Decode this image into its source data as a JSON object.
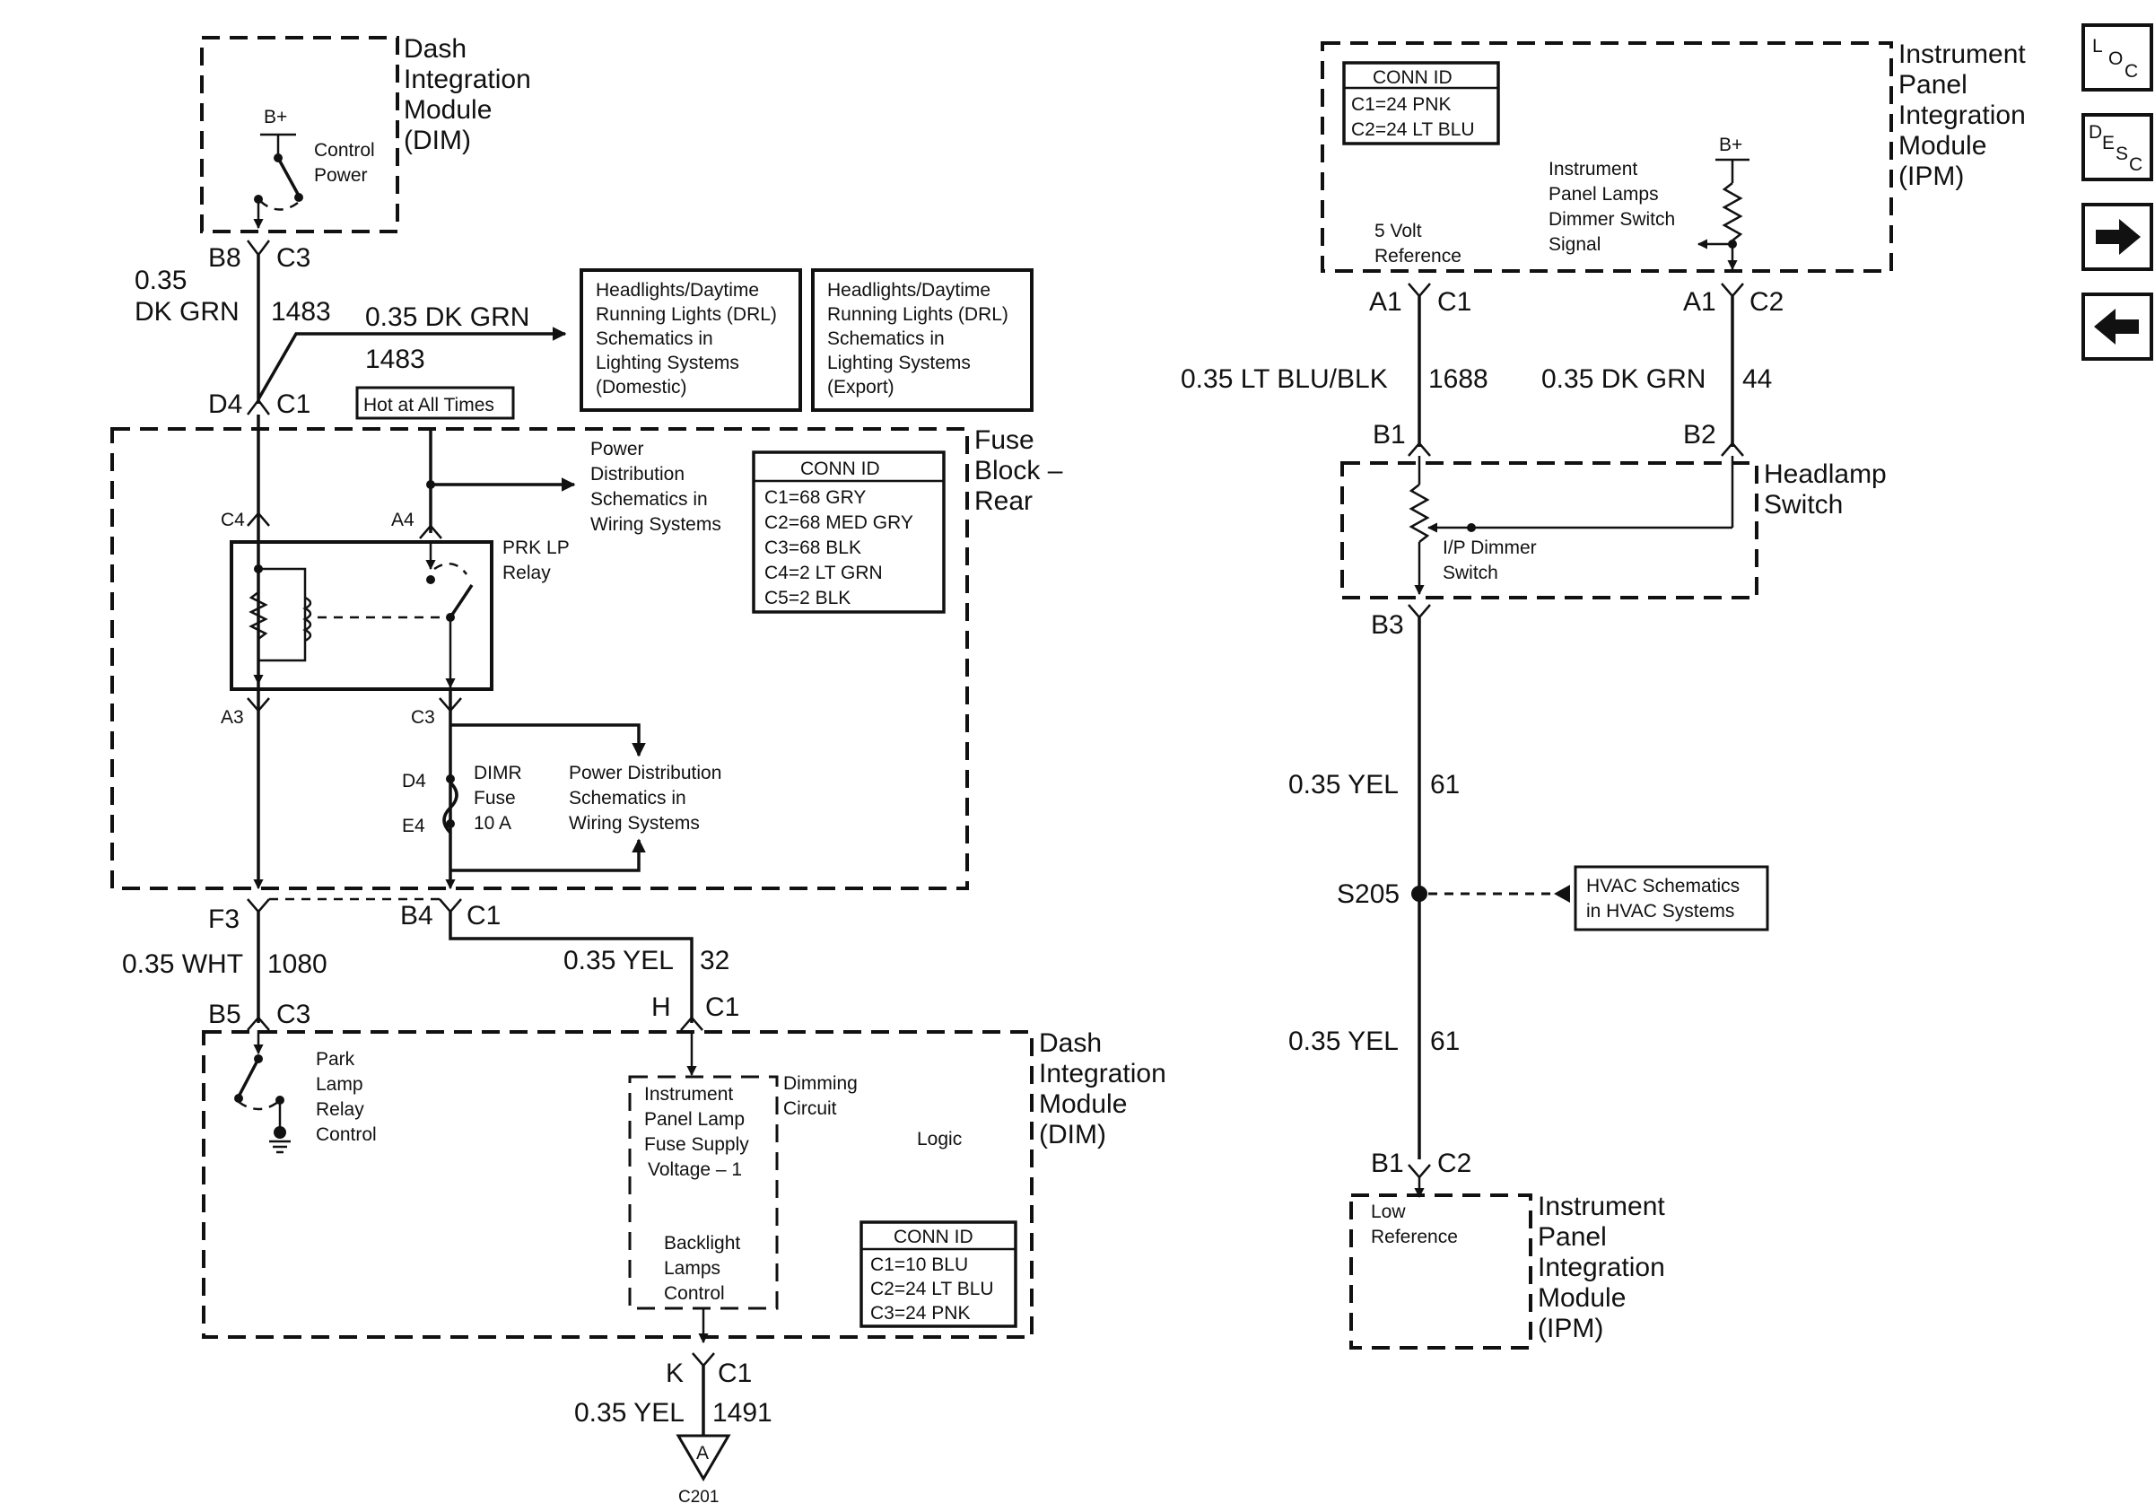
{
  "dim_top": {
    "title": [
      "Dash",
      "Integration",
      "Module",
      "(DIM)"
    ],
    "b_plus": "B+",
    "switch_label": [
      "Control",
      "Power"
    ],
    "pin": "B8",
    "conn": "C3"
  },
  "wire_1483": {
    "gauge": "0.35",
    "color": "DK GRN",
    "circuit": "1483",
    "branch_label": "0.35 DK GRN",
    "branch_circuit": "1483"
  },
  "drl_domestic": [
    "Headlights/Daytime",
    "Running Lights (DRL)",
    "Schematics in",
    "Lighting Systems",
    "(Domestic)"
  ],
  "drl_export": [
    "Headlights/Daytime",
    "Running Lights (DRL)",
    "Schematics in",
    "Lighting Systems",
    "(Export)"
  ],
  "fuse_block": {
    "title": [
      "Fuse",
      "Block –",
      "Rear"
    ],
    "top_pin": "D4",
    "top_conn": "C1",
    "hot_label": "Hot at All Times",
    "c4": "C4",
    "a4": "A4",
    "a3": "A3",
    "c3": "C3",
    "power_dist_top": [
      "Power",
      "Distribution",
      "Schematics in",
      "Wiring Systems"
    ],
    "relay_label": [
      "PRK LP",
      "Relay"
    ],
    "conn_id": {
      "title": "CONN ID",
      "rows": [
        "C1=68 GRY",
        "C2=68 MED GRY",
        "C3=68 BLK",
        "C4=2 LT GRN",
        "C5=2 BLK"
      ]
    },
    "fuse_d4": "D4",
    "fuse_e4": "E4",
    "fuse_label": [
      "DIMR",
      "Fuse",
      "10 A"
    ],
    "power_dist_bottom": [
      "Power Distribution",
      "Schematics in",
      "Wiring Systems"
    ]
  },
  "wire_1080": {
    "pin_top": "F3",
    "gauge_color": "0.35 WHT",
    "circuit": "1080",
    "pin_bottom": "B5",
    "conn_bottom": "C3"
  },
  "wire_32": {
    "pin_top": "B4",
    "conn_top": "C1",
    "gauge_color": "0.35 YEL",
    "circuit": "32",
    "pin_bottom": "H",
    "conn_bottom": "C1"
  },
  "dim_bottom": {
    "title": [
      "Dash",
      "Integration",
      "Module",
      "(DIM)"
    ],
    "relay_ctrl": [
      "Park",
      "Lamp",
      "Relay",
      "Control"
    ],
    "ip_fuse": [
      "Instrument",
      "Panel Lamp",
      "Fuse Supply",
      "Voltage – 1"
    ],
    "dimming": [
      "Dimming",
      "Circuit"
    ],
    "logic": "Logic",
    "backlight": [
      "Backlight",
      "Lamps",
      "Control"
    ],
    "conn_id": {
      "title": "CONN ID",
      "rows": [
        "C1=10 BLU",
        "C2=24 LT BLU",
        "C3=24 PNK"
      ]
    }
  },
  "wire_1491": {
    "pin": "K",
    "conn": "C1",
    "gauge_color": "0.35 YEL",
    "circuit": "1491",
    "ref_letter": "A",
    "ref_conn": "C201"
  },
  "ipm_top": {
    "title": [
      "Instrument",
      "Panel",
      "Integration",
      "Module",
      "(IPM)"
    ],
    "conn_id": {
      "title": "CONN ID",
      "rows": [
        "C1=24 PNK",
        "C2=24 LT BLU"
      ]
    },
    "dimmer_signal": [
      "Instrument",
      "Panel Lamps",
      "Dimmer Switch",
      "Signal"
    ],
    "b_plus": "B+",
    "ref5v": [
      "5 Volt",
      "Reference"
    ],
    "pin_a1_c1": "A1",
    "conn_c1": "C1",
    "pin_a1_c2": "A1",
    "conn_c2": "C2"
  },
  "wire_1688": {
    "gauge_color": "0.35 LT BLU/BLK",
    "circuit": "1688",
    "pin_bottom": "B1"
  },
  "wire_44": {
    "gauge_color": "0.35 DK GRN",
    "circuit": "44",
    "pin_bottom": "B2"
  },
  "headlamp_switch": {
    "title": [
      "Headlamp",
      "Switch"
    ],
    "dimmer": [
      "I/P Dimmer",
      "Switch"
    ],
    "pin_b3": "B3"
  },
  "wire_61_upper": {
    "gauge_color": "0.35 YEL",
    "circuit": "61"
  },
  "splice": {
    "name": "S205",
    "hvac": [
      "HVAC Schematics",
      "in HVAC Systems"
    ]
  },
  "wire_61_lower": {
    "gauge_color": "0.35 YEL",
    "circuit": "61",
    "pin": "B1",
    "conn": "C2"
  },
  "ipm_bottom": {
    "title": [
      "Instrument",
      "Panel",
      "Integration",
      "Module",
      "(IPM)"
    ],
    "low_ref": [
      "Low",
      "Reference"
    ]
  },
  "nav": {
    "loc": {
      "l": "L",
      "o": "O",
      "c": "C"
    },
    "desc": {
      "d": "D",
      "e": "E",
      "s": "S",
      "c": "C"
    }
  }
}
